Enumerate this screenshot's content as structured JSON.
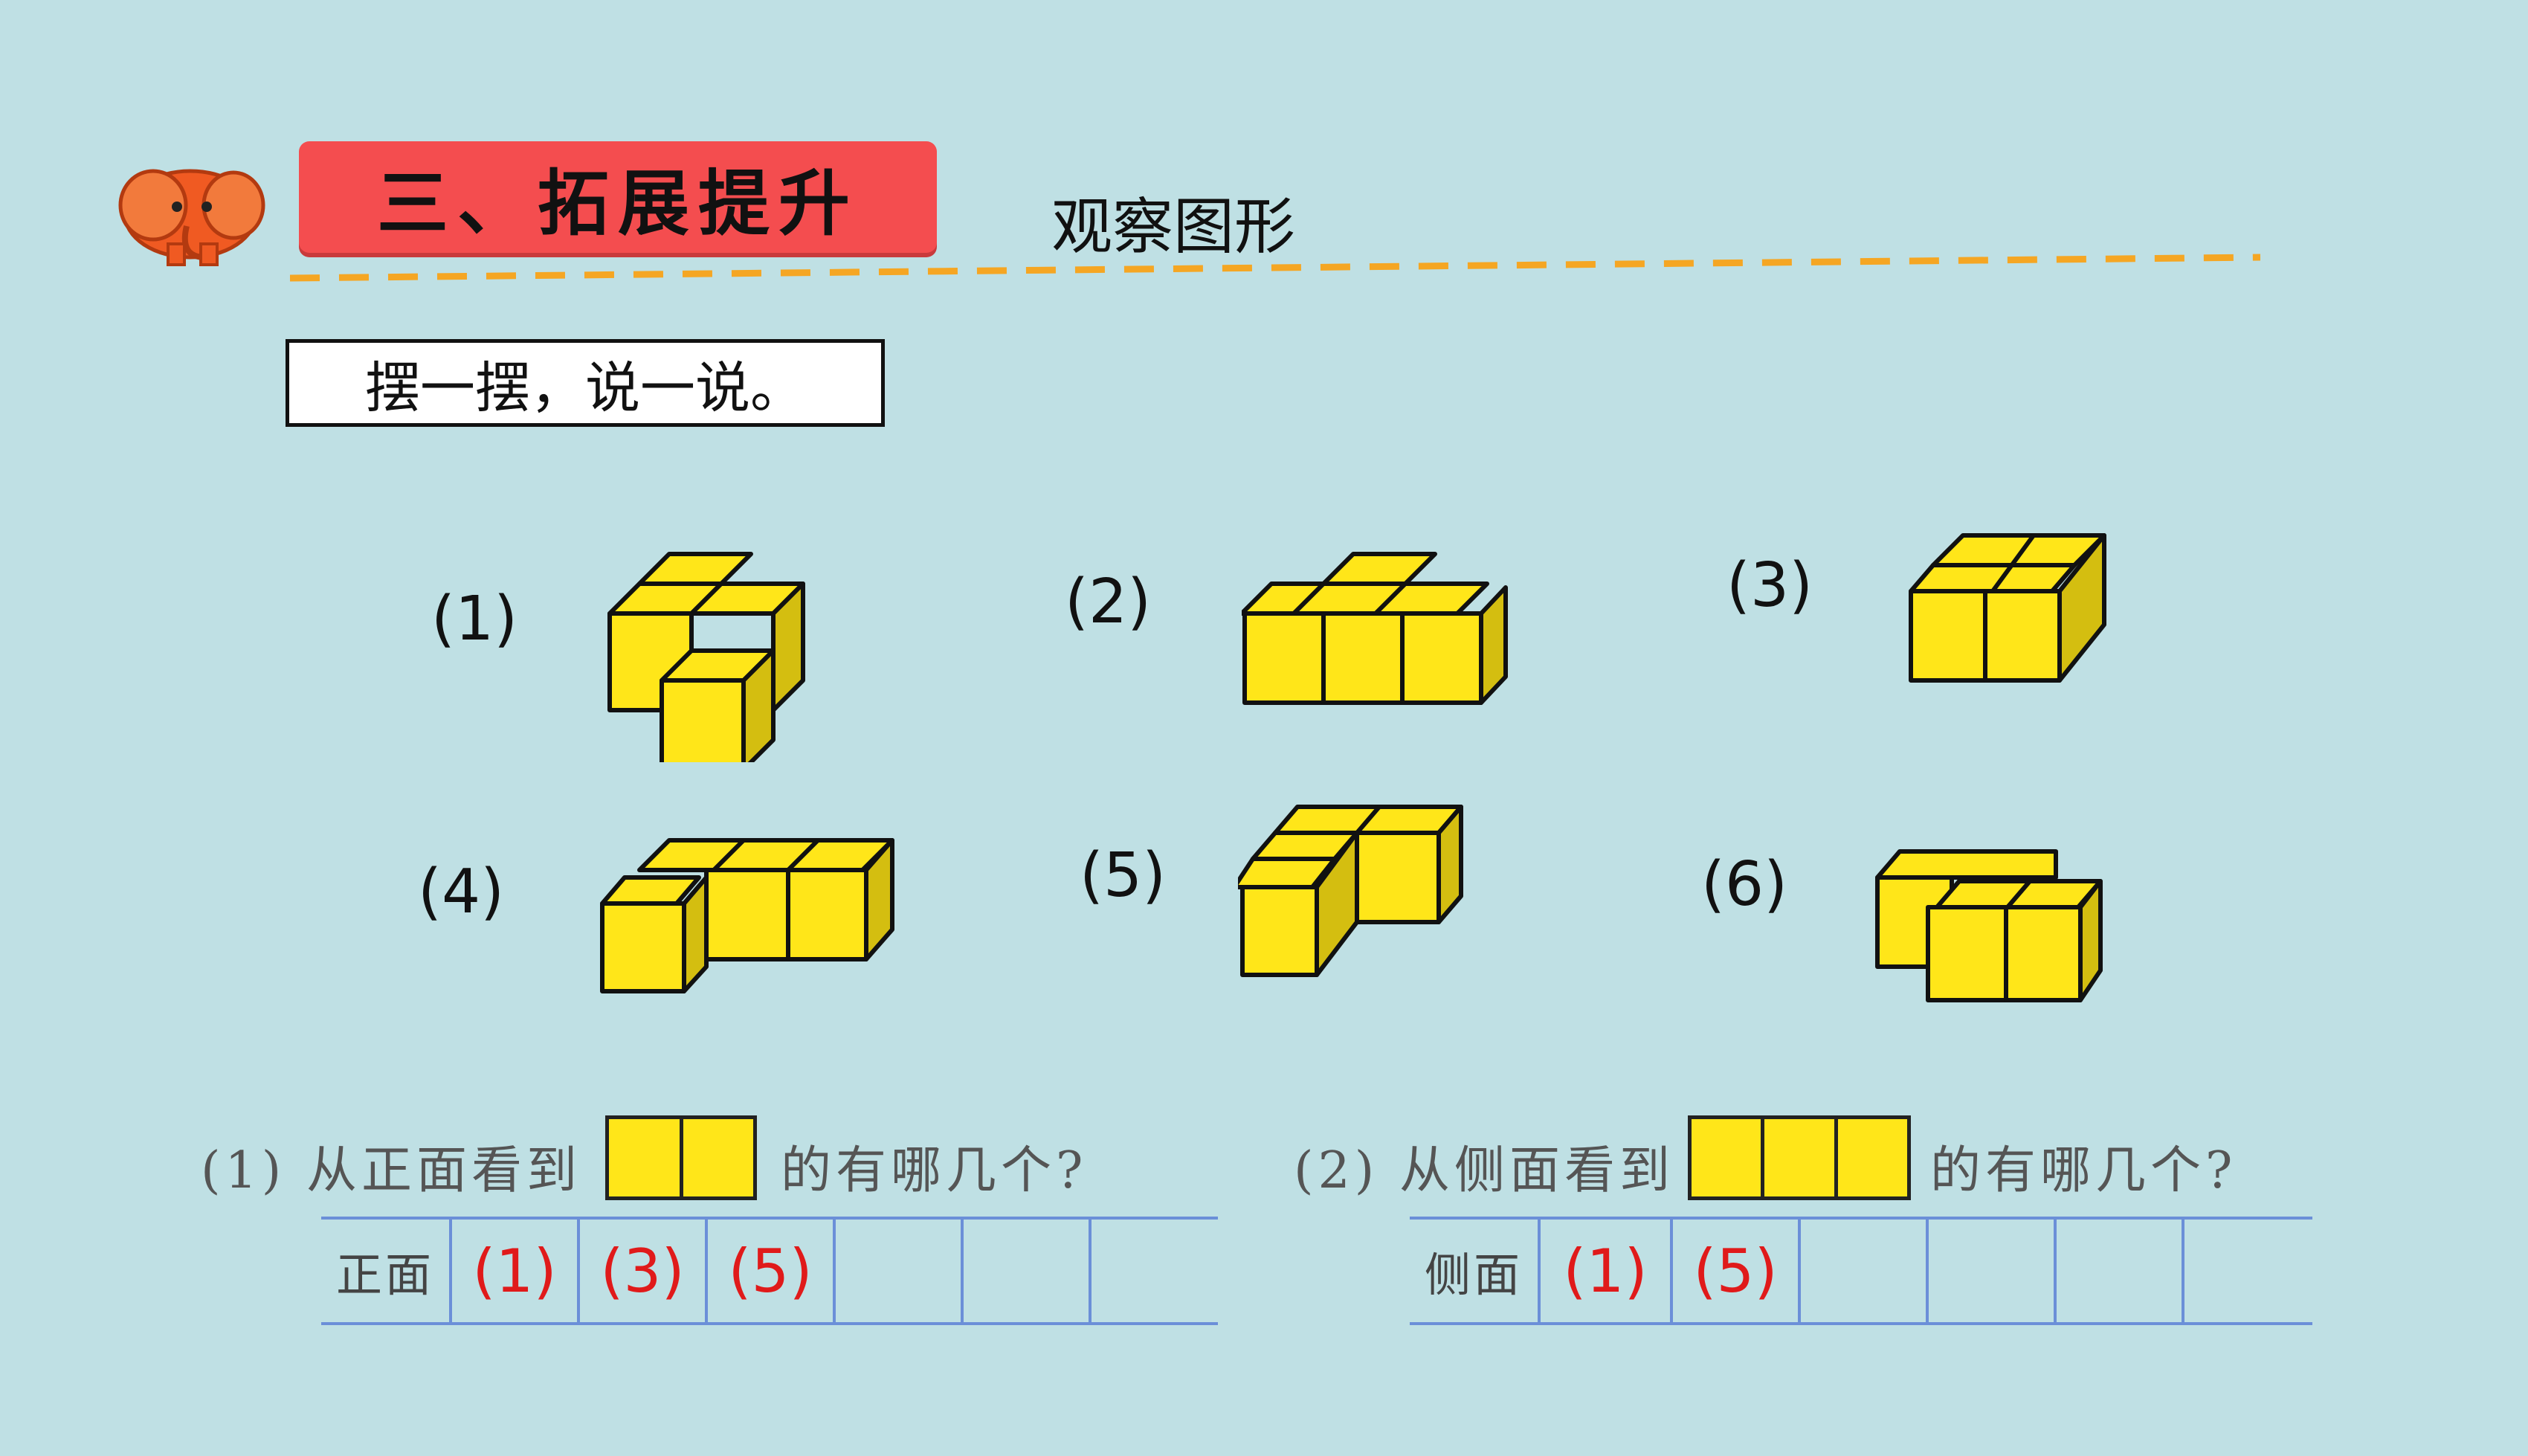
{
  "header": {
    "banner_title": "三、拓展提升",
    "subtitle": "观察图形",
    "logo_icon": "elephant-logo-icon",
    "accent_color": "#f44d4f",
    "dash_color": "#f5a623"
  },
  "instruction": "摆一摆，说一说。",
  "figures": [
    {
      "label": "(1)"
    },
    {
      "label": "(2)"
    },
    {
      "label": "(3)"
    },
    {
      "label": "(4)"
    },
    {
      "label": "(5)"
    },
    {
      "label": "(6)"
    }
  ],
  "cube_color": "#ffe619",
  "questions": [
    {
      "prefix": "(1) 从正面看到",
      "suffix": "的有哪几个?",
      "box_cells": 2,
      "row_header": "正面",
      "answers": [
        "(1)",
        "(3)",
        "(5)",
        "",
        "",
        ""
      ]
    },
    {
      "prefix": "(2) 从侧面看到",
      "suffix": "的有哪几个?",
      "box_cells": 3,
      "row_header": "侧面",
      "answers": [
        "(1)",
        "(5)",
        "",
        "",
        "",
        ""
      ]
    }
  ],
  "answer_color": "#e01a1a"
}
